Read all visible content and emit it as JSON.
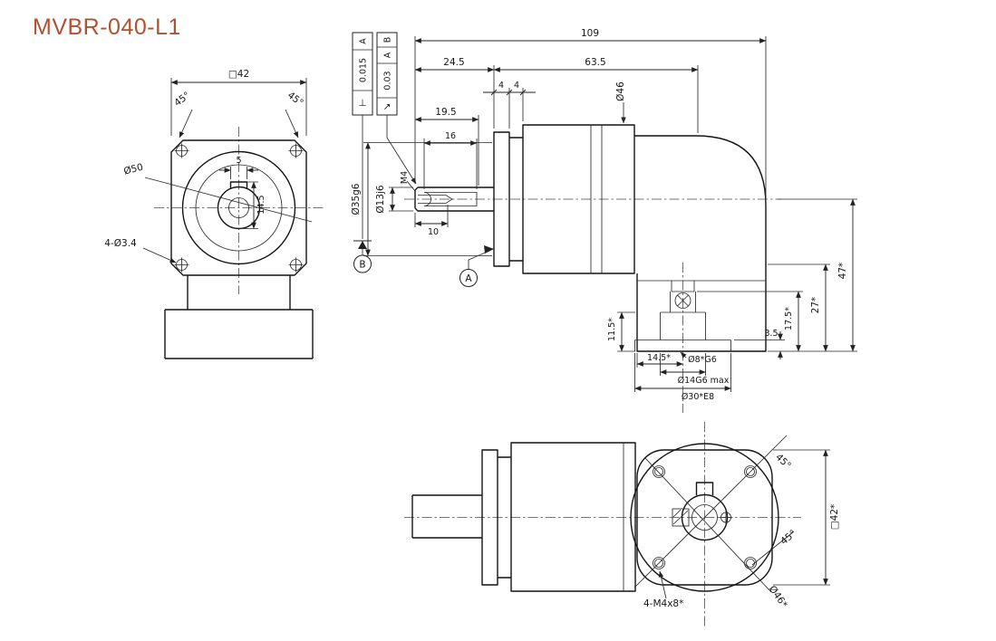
{
  "title": "MVBR-040-L1",
  "colors": {
    "title_accent": "#b0512f",
    "line": "#141414"
  },
  "front_view": {
    "square_dim": "□42",
    "chamfer_left": "45°",
    "chamfer_right": "45°",
    "bolt_circle_dia": "Ø50",
    "mount_holes": "4-Ø3.4",
    "key_width": "5",
    "key_depth": "14.5"
  },
  "side_view": {
    "overall_length": "109",
    "input_length": "24.5",
    "housing_length": "63.5",
    "flange_thickness_1": "4",
    "flange_thickness_2": "4",
    "housing_dia": "Ø46",
    "shaft_length": "19.5",
    "keyway_length": "16",
    "tap_depth": "10",
    "pilot_dia": "Ø35g6",
    "shaft_dia": "Ø13j6",
    "shaft_tap": "M4",
    "datum_a": "A",
    "datum_b": "B",
    "fcf_perp": {
      "symbol": "⊥",
      "tolerance": "0.015",
      "datum": "A"
    },
    "fcf_runout": {
      "symbol": "↗",
      "tolerance": "0.03",
      "datum_1": "A",
      "datum_2": "B"
    },
    "output_height": "47*",
    "output_dim_27": "27*",
    "output_dim_17_5": "17.5*",
    "output_dim_11_5": "11.5*",
    "output_offset": "14.5*",
    "recess_depth": "3.5",
    "bore_small": "Ø8*G6",
    "bore_mid": "Ø14G6 max",
    "bore_spigot": "Ø30*E8"
  },
  "bottom_view": {
    "mount_holes": "4-M4x8*",
    "boss_dia": "Ø46*",
    "chamfer_top": "45°",
    "chamfer_bottom": "45°",
    "square_dim": "□42*"
  }
}
